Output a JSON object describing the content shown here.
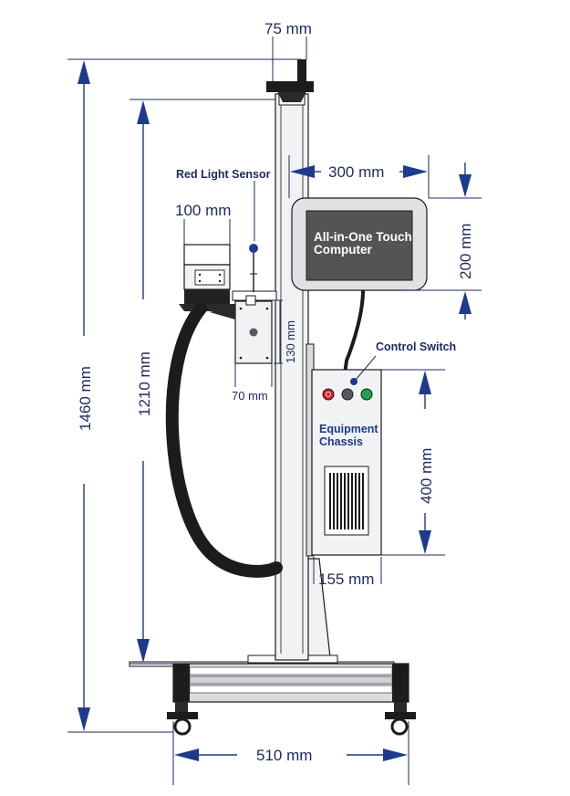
{
  "dimensions": {
    "top_width": "75 mm",
    "display_width": "300 mm",
    "display_height": "200 mm",
    "laser_head_width": "100 mm",
    "sensor_block_height": "130 mm",
    "sensor_block_width": "70 mm",
    "total_height": "1460 mm",
    "column_height": "1210 mm",
    "chassis_height": "400 mm",
    "chassis_depth": "155 mm",
    "base_width": "510 mm"
  },
  "callouts": {
    "red_light_sensor": "Red Light Sensor",
    "control_switch": "Control Switch"
  },
  "screen": {
    "line1": "All-in-One Touch",
    "line2": "Computer"
  },
  "chassis": {
    "line1": "Equipment",
    "line2": "Chassis"
  },
  "colors": {
    "dimension_blue": "#1d3a8c",
    "button_red": "#d8212a",
    "button_gray": "#55595f",
    "button_green": "#1fa24a",
    "screen": "#545454"
  }
}
